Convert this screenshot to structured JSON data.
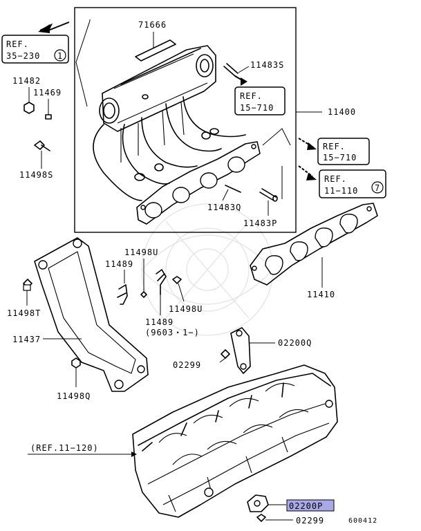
{
  "diagram": {
    "parts": {
      "p71666": "71666",
      "p11483S": "11483S",
      "p11400": "11400",
      "p11482": "11482",
      "p11469": "11469",
      "p11498S": "11498S",
      "p11483Q": "11483Q",
      "p11483P": "11483P",
      "p11410": "11410",
      "p11498U_a": "11498U",
      "p11489_a": "11489",
      "p11498T": "11498T",
      "p11498U_b": "11498U",
      "p11489_b": "11489",
      "p11489_b_note": "(9603・1−)",
      "p11437": "11437",
      "p02200Q": "02200Q",
      "p02299_a": "02299",
      "p11498Q": "11498Q",
      "p02200P": "02200P",
      "p02299_b": "02299"
    },
    "refs": {
      "ref1_l1": "REF.",
      "ref1_l2": "35−230",
      "ref1_circ": "1",
      "ref2_l1": "REF.",
      "ref2_l2": "15−710",
      "ref3_l1": "REF.",
      "ref3_l2": "15−710",
      "ref4_l1": "REF.",
      "ref4_l2": "11−110",
      "ref4_circ": "7",
      "ref5": "(REF.11−120)"
    },
    "figure_code": "600412",
    "highlight_color": "#a9a9e8"
  }
}
